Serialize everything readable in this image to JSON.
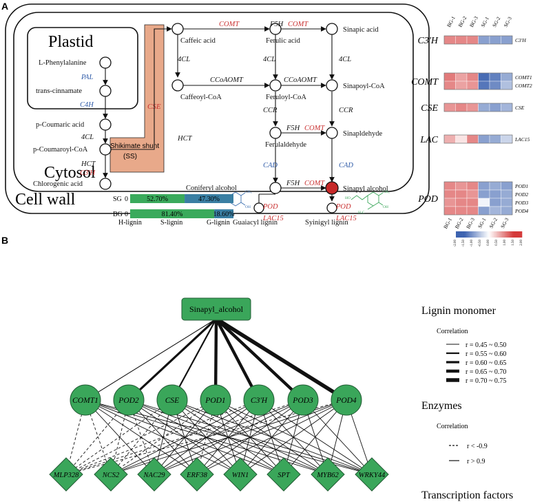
{
  "panel_a": {
    "label": "A",
    "compartments": {
      "plastid": "Plastid",
      "cytosol": "Cytosol",
      "cell_wall": "Cell wall"
    },
    "metabolites": {
      "l_phe": "L-Phenylalanine",
      "trans_cin": "trans-cinnamate",
      "p_coumaric": "p-Coumaric acid",
      "p_coumaroyl": "p-Coumaroyl-CoA",
      "chlorogenic": "Chlorogenic acid",
      "caffeic": "Caffeic acid",
      "caffeoyl": "Caffeoyl-CoA",
      "ferulic": "Ferulic acid",
      "feruloyl": "Feruloyl-CoA",
      "ferulald": "Ferulaldehyde",
      "coniferyl": "Coniferyl alcohol",
      "sinapic": "Sinapic acid",
      "sinapoyl": "Sinapoyl-CoA",
      "sinapald": "Sinapldehyde",
      "sinapyl": "Sinapyl alcohol",
      "guaiacyl": "Guaiacyl lignin",
      "syringyl": "Syinigyl lignin"
    },
    "enzymes": {
      "pal": "PAL",
      "c4h": "C4H",
      "fourcl": "4CL",
      "hct": "HCT",
      "c3h": "C3'H",
      "cse": "CSE",
      "comt": "COMT",
      "f5h": "F5H",
      "ccoaomt": "CCoAOMT",
      "ccr": "CCR",
      "cad": "CAD",
      "pod": "POD",
      "lac15": "LAC15"
    },
    "shunt": {
      "line1": "Shikimate shunt",
      "line2": "(SS)"
    },
    "structure_labels": {
      "oh": "OH",
      "ch3": "CH₃",
      "h3c": "H₃C",
      "ho": "HO"
    },
    "lignin_bars": {
      "rows": [
        {
          "name": "SG",
          "zero": "0",
          "h": 0.0,
          "s": 52.7,
          "g": 47.3,
          "s_label": "52.70%",
          "g_label": "47.30%"
        },
        {
          "name": "BG",
          "zero": "0",
          "h": 0.0,
          "s": 81.4,
          "g": 18.6,
          "s_label": "81.40%",
          "g_label": "18.60%"
        }
      ],
      "axis": {
        "h": "H-lignin",
        "s": "S-lignin",
        "g": "G-lignin"
      },
      "colors": {
        "s": "#3aaa5c",
        "g": "#3a7fa3"
      }
    },
    "heatmap": {
      "columns": [
        "BG-1",
        "BG-2",
        "BG-3",
        "SG-1",
        "SG-2",
        "SG-3"
      ],
      "groups": [
        {
          "enzyme": "C3'H",
          "genes": [
            {
              "name": "C3'H",
              "values": [
                0.9,
                0.9,
                0.9,
                -0.9,
                -0.9,
                -0.9
              ]
            }
          ]
        },
        {
          "enzyme": "COMT",
          "genes": [
            {
              "name": "COMT1",
              "values": [
                1.0,
                0.7,
                0.9,
                -1.4,
                -1.2,
                -0.8
              ]
            },
            {
              "name": "COMT2",
              "values": [
                0.9,
                0.7,
                0.8,
                -1.3,
                -1.1,
                -0.6
              ]
            }
          ]
        },
        {
          "enzyme": "CSE",
          "genes": [
            {
              "name": "CSE",
              "values": [
                0.8,
                0.9,
                0.8,
                -0.8,
                -0.9,
                -0.7
              ]
            }
          ]
        },
        {
          "enzyme": "LAC",
          "genes": [
            {
              "name": "LAC15",
              "values": [
                0.6,
                0.2,
                0.9,
                -0.9,
                -0.8,
                -0.4
              ]
            }
          ]
        },
        {
          "enzyme": "POD",
          "genes": [
            {
              "name": "POD1",
              "values": [
                0.9,
                0.8,
                0.9,
                -0.9,
                -0.8,
                -0.9
              ]
            },
            {
              "name": "POD2",
              "values": [
                0.9,
                0.9,
                0.8,
                -0.9,
                -0.9,
                -0.8
              ]
            },
            {
              "name": "POD3",
              "values": [
                0.8,
                0.9,
                0.9,
                -0.1,
                -0.9,
                -0.8
              ]
            },
            {
              "name": "POD4",
              "values": [
                0.9,
                0.9,
                0.9,
                -0.9,
                -0.7,
                -0.8
              ]
            }
          ]
        }
      ],
      "legend_ticks": [
        "-2.00",
        "-1.50",
        "-1.00",
        "-0.50",
        "0.00",
        "0.50",
        "1.00",
        "1.50",
        "2.00"
      ],
      "colors": {
        "low": "#3d63b0",
        "mid": "#ffffff",
        "high": "#d43a3a"
      }
    }
  },
  "panel_b": {
    "label": "B",
    "root": "Sinapyl_alcohol",
    "enzymes": [
      "COMT1",
      "POD2",
      "CSE",
      "POD1",
      "C3'H",
      "POD3",
      "POD4"
    ],
    "root_edges": [
      {
        "to": "COMT1",
        "r_class": 0
      },
      {
        "to": "POD2",
        "r_class": 2
      },
      {
        "to": "CSE",
        "r_class": 1
      },
      {
        "to": "POD1",
        "r_class": 3
      },
      {
        "to": "C3'H",
        "r_class": 3
      },
      {
        "to": "POD3",
        "r_class": 3
      },
      {
        "to": "POD4",
        "r_class": 4
      }
    ],
    "tfs": [
      "MLP328",
      "NCS2",
      "NAC29",
      "ERF38",
      "WIN1",
      "SPT",
      "MYB62",
      "WRKY44"
    ],
    "tf_edges": [
      {
        "from": "COMT1",
        "to": "MLP328",
        "neg": true
      },
      {
        "from": "COMT1",
        "to": "NCS2",
        "neg": true
      },
      {
        "from": "COMT1",
        "to": "NAC29",
        "neg": false
      },
      {
        "from": "COMT1",
        "to": "ERF38",
        "neg": false
      },
      {
        "from": "COMT1",
        "to": "WIN1",
        "neg": false
      },
      {
        "from": "COMT1",
        "to": "SPT",
        "neg": false
      },
      {
        "from": "COMT1",
        "to": "MYB62",
        "neg": false
      },
      {
        "from": "COMT1",
        "to": "WRKY44",
        "neg": false
      },
      {
        "from": "POD2",
        "to": "MLP328",
        "neg": true
      },
      {
        "from": "POD2",
        "to": "NCS2",
        "neg": true
      },
      {
        "from": "POD2",
        "to": "NAC29",
        "neg": true
      },
      {
        "from": "POD2",
        "to": "ERF38",
        "neg": false
      },
      {
        "from": "POD2",
        "to": "WIN1",
        "neg": false
      },
      {
        "from": "POD2",
        "to": "SPT",
        "neg": false
      },
      {
        "from": "POD2",
        "to": "MYB62",
        "neg": false
      },
      {
        "from": "POD2",
        "to": "WRKY44",
        "neg": false
      },
      {
        "from": "CSE",
        "to": "MLP328",
        "neg": true
      },
      {
        "from": "CSE",
        "to": "NCS2",
        "neg": true
      },
      {
        "from": "CSE",
        "to": "NAC29",
        "neg": false
      },
      {
        "from": "CSE",
        "to": "ERF38",
        "neg": false
      },
      {
        "from": "CSE",
        "to": "WIN1",
        "neg": false
      },
      {
        "from": "CSE",
        "to": "SPT",
        "neg": false
      },
      {
        "from": "CSE",
        "to": "MYB62",
        "neg": false
      },
      {
        "from": "CSE",
        "to": "WRKY44",
        "neg": false
      },
      {
        "from": "POD1",
        "to": "MLP328",
        "neg": true
      },
      {
        "from": "POD1",
        "to": "NCS2",
        "neg": true
      },
      {
        "from": "POD1",
        "to": "NAC29",
        "neg": false
      },
      {
        "from": "POD1",
        "to": "ERF38",
        "neg": true
      },
      {
        "from": "POD1",
        "to": "WIN1",
        "neg": false
      },
      {
        "from": "POD1",
        "to": "SPT",
        "neg": false
      },
      {
        "from": "POD1",
        "to": "MYB62",
        "neg": false
      },
      {
        "from": "POD1",
        "to": "WRKY44",
        "neg": false
      },
      {
        "from": "C3'H",
        "to": "MLP328",
        "neg": true
      },
      {
        "from": "C3'H",
        "to": "NCS2",
        "neg": false
      },
      {
        "from": "C3'H",
        "to": "NAC29",
        "neg": false
      },
      {
        "from": "C3'H",
        "to": "ERF38",
        "neg": false
      },
      {
        "from": "C3'H",
        "to": "WIN1",
        "neg": false
      },
      {
        "from": "C3'H",
        "to": "SPT",
        "neg": false
      },
      {
        "from": "C3'H",
        "to": "MYB62",
        "neg": false
      },
      {
        "from": "C3'H",
        "to": "WRKY44",
        "neg": false
      },
      {
        "from": "POD3",
        "to": "MLP328",
        "neg": true
      },
      {
        "from": "POD3",
        "to": "NCS2",
        "neg": false
      },
      {
        "from": "POD3",
        "to": "NAC29",
        "neg": false
      },
      {
        "from": "POD3",
        "to": "ERF38",
        "neg": false
      },
      {
        "from": "POD3",
        "to": "WIN1",
        "neg": false
      },
      {
        "from": "POD3",
        "to": "SPT",
        "neg": false
      },
      {
        "from": "POD3",
        "to": "MYB62",
        "neg": false
      },
      {
        "from": "POD3",
        "to": "WRKY44",
        "neg": false
      },
      {
        "from": "POD4",
        "to": "MLP328",
        "neg": true
      },
      {
        "from": "POD4",
        "to": "NCS2",
        "neg": false
      },
      {
        "from": "POD4",
        "to": "NAC29",
        "neg": false
      },
      {
        "from": "POD4",
        "to": "ERF38",
        "neg": false
      },
      {
        "from": "POD4",
        "to": "WIN1",
        "neg": false
      },
      {
        "from": "POD4",
        "to": "SPT",
        "neg": false
      },
      {
        "from": "POD4",
        "to": "MYB62",
        "neg": false
      },
      {
        "from": "POD4",
        "to": "WRKY44",
        "neg": false
      }
    ],
    "legend": {
      "lignin_title": "Lignin monomer",
      "corr_title": "Correlation",
      "lignin_ranges": [
        "r = 0.45 ~ 0.50",
        "r = 0.55 ~ 0.60",
        "r = 0.60 ~ 0.65",
        "r = 0.65 ~ 0.70",
        "r = 0.70 ~ 0.75"
      ],
      "enzymes_title": "Enzymes",
      "enzyme_corr_title": "Correlation",
      "neg_label": "r < -0.9",
      "pos_label": "r > 0.9",
      "tf_title": "Transcription factors"
    },
    "node_color": "#3aa65a"
  }
}
